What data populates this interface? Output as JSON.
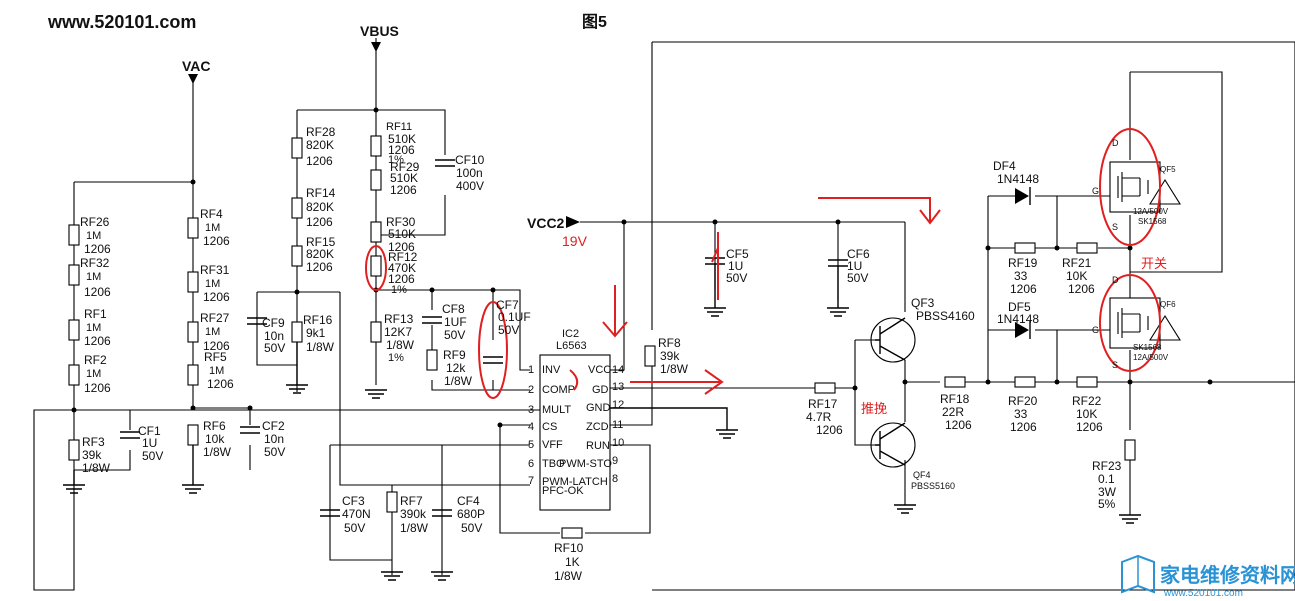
{
  "header": {
    "site": "www.520101.com",
    "figure": "图5"
  },
  "nets": {
    "vac": "VAC",
    "vbus": "VBUS",
    "vcc2": "VCC2"
  },
  "annotations": {
    "vcc_voltage": "19V",
    "push_pull": "推挽",
    "switch": "开关"
  },
  "ic": {
    "ref": "IC2",
    "part": "L6563",
    "pins_left": [
      {
        "num": "1",
        "name": "INV"
      },
      {
        "num": "2",
        "name": "COMP"
      },
      {
        "num": "3",
        "name": "MULT"
      },
      {
        "num": "4",
        "name": "CS"
      },
      {
        "num": "5",
        "name": "VFF"
      },
      {
        "num": "6",
        "name": "TBO"
      },
      {
        "num": "7",
        "name": "PFC-OK"
      }
    ],
    "pins_right": [
      {
        "num": "14",
        "name": "VCC"
      },
      {
        "num": "13",
        "name": "GD"
      },
      {
        "num": "12",
        "name": "GND"
      },
      {
        "num": "11",
        "name": "ZCD"
      },
      {
        "num": "10",
        "name": "RUN"
      },
      {
        "num": "9",
        "name": "PWM-STO"
      },
      {
        "num": "8",
        "name": "PWM-LATCH"
      }
    ]
  },
  "components": {
    "RF26": [
      "RF26",
      "1M",
      "1206"
    ],
    "RF32": [
      "RF32",
      "1M",
      "1206"
    ],
    "RF1": [
      "RF1",
      "1M",
      "1206"
    ],
    "RF2": [
      "RF2",
      "1M",
      "1206"
    ],
    "RF3": [
      "RF3",
      "39k",
      "1/8W"
    ],
    "CF1": [
      "CF1",
      "1U",
      "50V"
    ],
    "RF4": [
      "RF4",
      "1M",
      "1206"
    ],
    "RF31": [
      "RF31",
      "1M",
      "1206"
    ],
    "RF27": [
      "RF27",
      "1M",
      "1206"
    ],
    "RF5": [
      "RF5",
      "1M",
      "1206"
    ],
    "RF6": [
      "RF6",
      "10k",
      "1/8W"
    ],
    "CF2": [
      "CF2",
      "10n",
      "50V"
    ],
    "RF28": [
      "RF28",
      "820K",
      "1206"
    ],
    "RF14": [
      "RF14",
      "820K",
      "1206"
    ],
    "RF15": [
      "RF15",
      "820K",
      "1206"
    ],
    "CF9": [
      "CF9",
      "10n",
      "50V"
    ],
    "RF16": [
      "RF16",
      "9k1",
      "1/8W"
    ],
    "RF11": [
      "RF11",
      "510K",
      "1206",
      "1%"
    ],
    "RF29": [
      "RF29",
      "510K",
      "1206"
    ],
    "CF10": [
      "CF10",
      "100n",
      "400V"
    ],
    "RF30": [
      "RF30",
      "510K",
      "1206"
    ],
    "RF12": [
      "RF12",
      "470K",
      "1206",
      "1%"
    ],
    "RF13": [
      "RF13",
      "12K7",
      "1/8W",
      "1%"
    ],
    "CF8": [
      "CF8",
      "1UF",
      "50V"
    ],
    "RF9": [
      "RF9",
      "12k",
      "1/8W"
    ],
    "CF7": [
      "CF7",
      "0.1UF",
      "50V"
    ],
    "CF3": [
      "CF3",
      "470N",
      "50V"
    ],
    "RF7": [
      "RF7",
      "390k",
      "1/8W"
    ],
    "CF4": [
      "CF4",
      "680P",
      "50V"
    ],
    "RF10": [
      "RF10",
      "1K",
      "1/8W"
    ],
    "RF8": [
      "RF8",
      "39k",
      "1/8W"
    ],
    "CF5": [
      "CF5",
      "1U",
      "50V"
    ],
    "CF6": [
      "CF6",
      "1U",
      "50V"
    ],
    "QF3": [
      "QF3",
      "PBSS4160"
    ],
    "QF4": [
      "QF4",
      "PBSS5160"
    ],
    "RF17": [
      "RF17",
      "4.7R",
      "1206"
    ],
    "RF18": [
      "RF18",
      "22R",
      "1206"
    ],
    "DF4": [
      "DF4",
      "1N4148"
    ],
    "DF5": [
      "DF5",
      "1N4148"
    ],
    "RF19": [
      "RF19",
      "33",
      "1206"
    ],
    "RF21": [
      "RF21",
      "10K",
      "1206"
    ],
    "RF20": [
      "RF20",
      "33",
      "1206"
    ],
    "RF22": [
      "RF22",
      "10K",
      "1206"
    ],
    "QF5": [
      "QF5",
      "12A/500V",
      "SK1568"
    ],
    "QF6": [
      "QF6",
      "SK1568",
      "12A/500V"
    ],
    "RF23": [
      "RF23",
      "0.1",
      "3W",
      "5%"
    ]
  },
  "pins": {
    "drain": "D",
    "gate": "G",
    "source": "S"
  },
  "logo": {
    "name": "家电维修资料网",
    "url": "www.520101.com"
  },
  "colors": {
    "wire": "#000000",
    "annotation": "#e02020",
    "logo": "#2a93d5"
  }
}
